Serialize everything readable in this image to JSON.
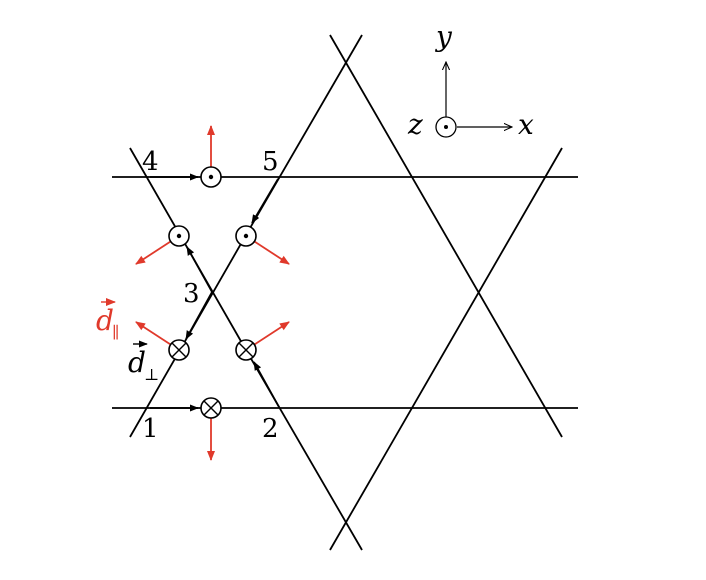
{
  "labels": {
    "n1": "1",
    "n2": "2",
    "n3": "3",
    "n4": "4",
    "n5": "5"
  },
  "axes": {
    "x": "x",
    "y": "y",
    "z": "z"
  },
  "vectors": {
    "d_par_base": "d",
    "d_par_sub": "∥",
    "d_perp_base": "d",
    "d_perp_sub": "⊥"
  },
  "colors": {
    "red": "#e0392b",
    "black": "#000000"
  },
  "icons": {
    "out_of_page": "circle-dot-icon",
    "into_page": "circle-cross-icon"
  }
}
